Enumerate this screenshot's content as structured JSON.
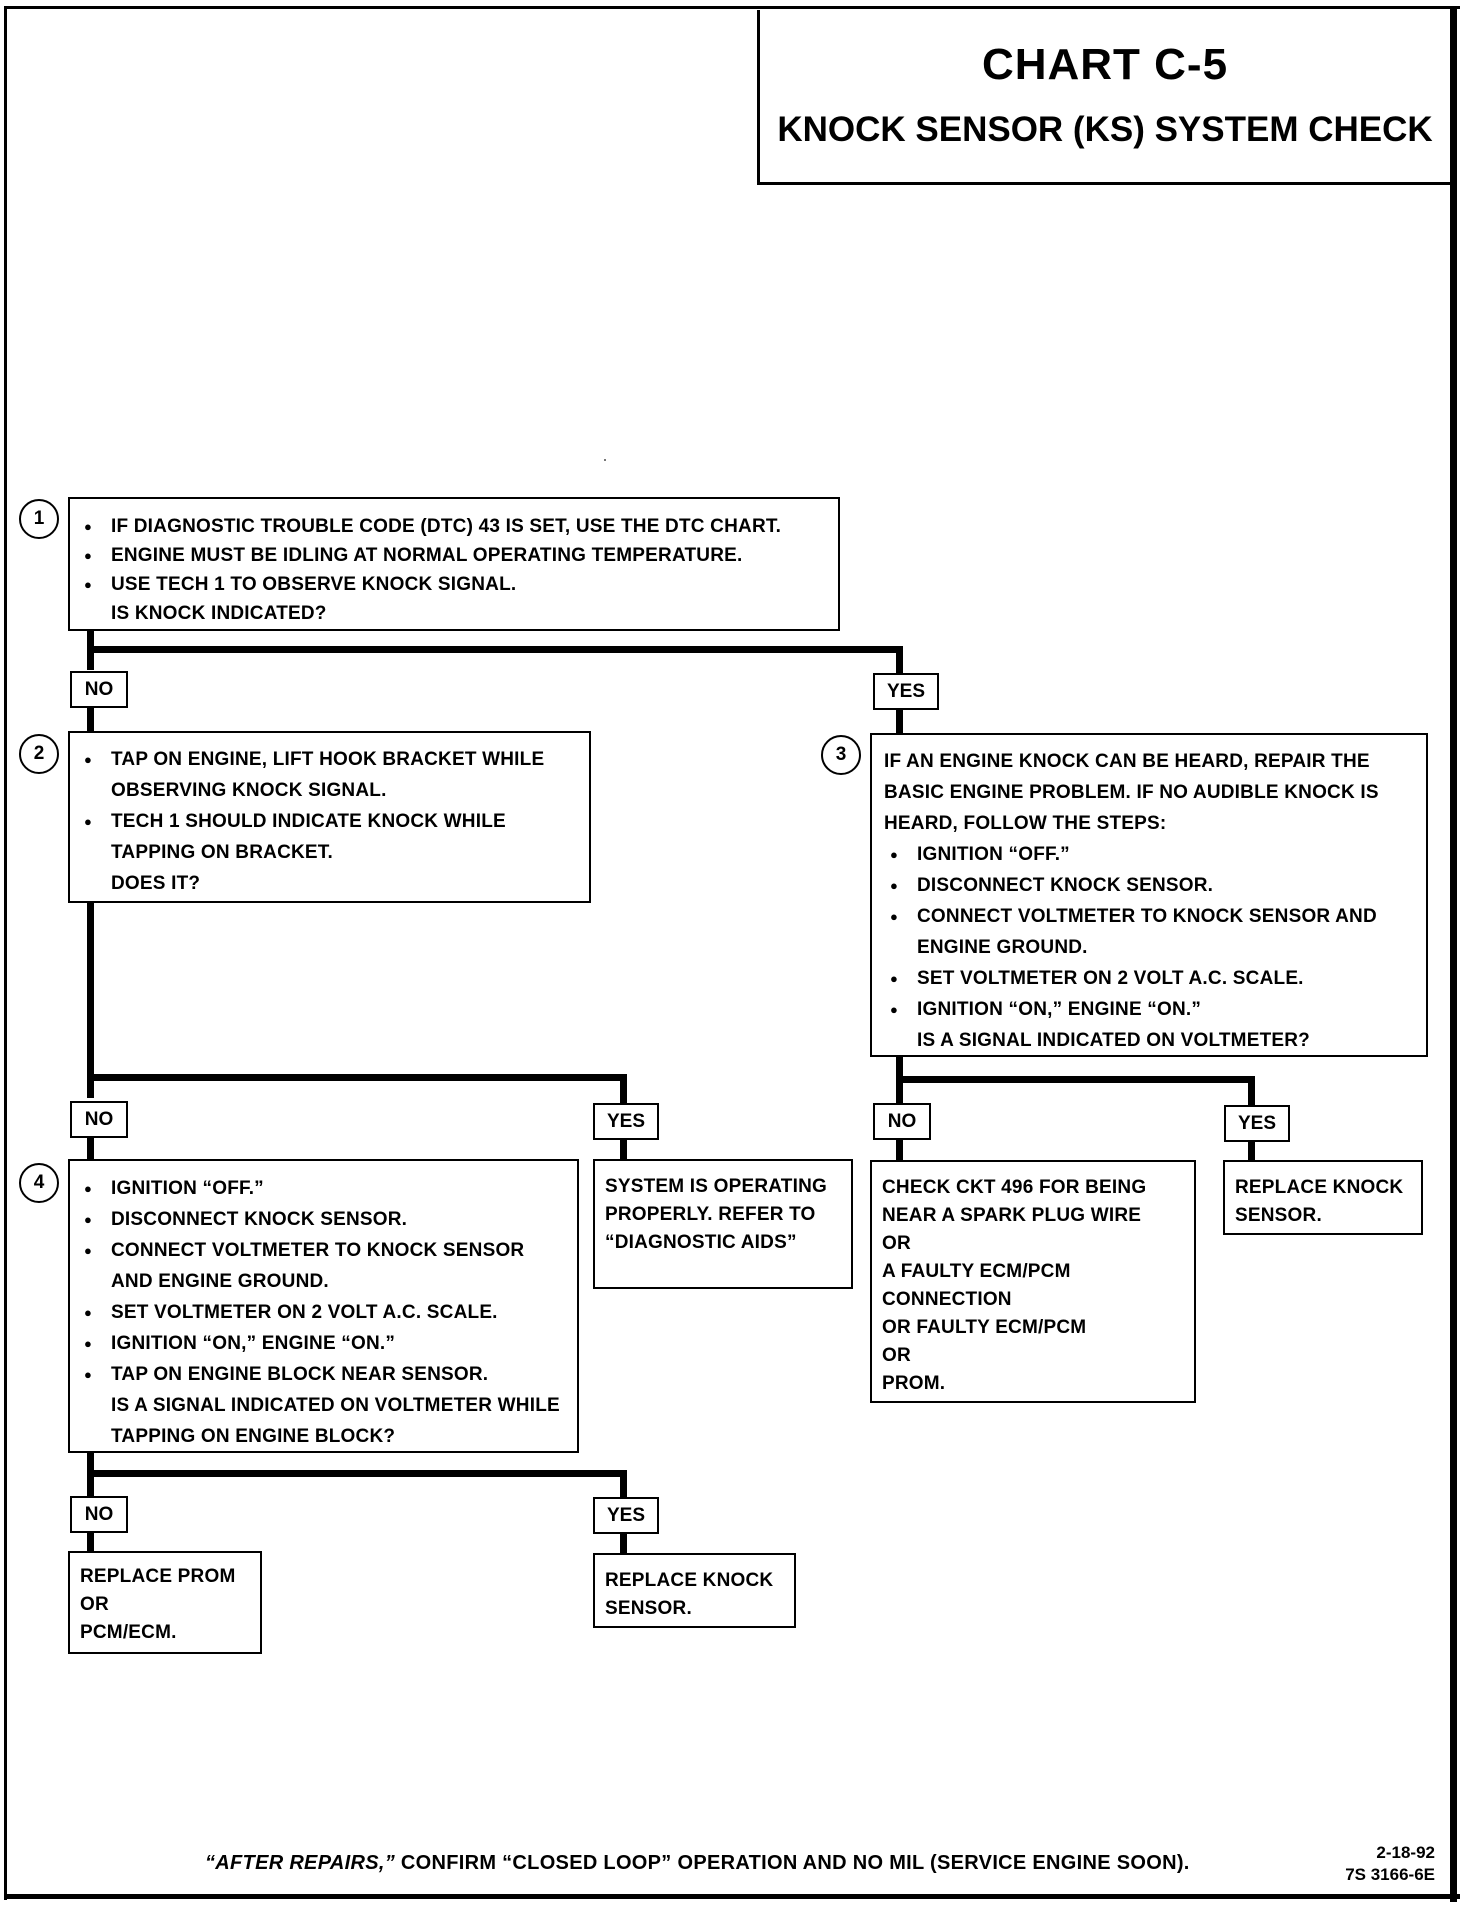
{
  "header": {
    "title": "CHART C-5",
    "subtitle": "KNOCK SENSOR (KS) SYSTEM CHECK"
  },
  "step1": {
    "number": "1",
    "bullets": [
      "IF DIAGNOSTIC TROUBLE CODE (DTC) 43 IS SET, USE THE DTC CHART.",
      "ENGINE MUST BE IDLING AT NORMAL OPERATING TEMPERATURE.",
      "USE TECH 1 TO OBSERVE KNOCK SIGNAL."
    ],
    "question": "IS KNOCK INDICATED?"
  },
  "step2": {
    "number": "2",
    "bullets": [
      "TAP ON ENGINE, LIFT HOOK BRACKET WHILE OBSERVING KNOCK SIGNAL.",
      "TECH 1 SHOULD INDICATE KNOCK WHILE TAPPING ON BRACKET."
    ],
    "question": "DOES IT?"
  },
  "step3": {
    "number": "3",
    "intro": "IF AN ENGINE KNOCK CAN BE HEARD, REPAIR THE BASIC ENGINE PROBLEM.  IF NO AUDIBLE KNOCK IS HEARD, FOLLOW THE STEPS:",
    "bullets": [
      "IGNITION “OFF.”",
      "DISCONNECT KNOCK SENSOR.",
      "CONNECT VOLTMETER TO KNOCK SENSOR AND ENGINE GROUND.",
      "SET VOLTMETER ON 2 VOLT A.C. SCALE.",
      "IGNITION “ON,” ENGINE “ON.”"
    ],
    "question": "IS A SIGNAL INDICATED ON VOLTMETER?"
  },
  "step4": {
    "number": "4",
    "bullets": [
      "IGNITION “OFF.”",
      "DISCONNECT KNOCK SENSOR.",
      "CONNECT VOLTMETER TO KNOCK SENSOR AND ENGINE GROUND.",
      "SET VOLTMETER ON 2 VOLT A.C. SCALE.",
      "IGNITION “ON,” ENGINE “ON.”",
      "TAP ON ENGINE BLOCK NEAR SENSOR."
    ],
    "question": "IS A SIGNAL INDICATED ON VOLTMETER WHILE TAPPING ON ENGINE BLOCK?"
  },
  "labels": {
    "no": "NO",
    "yes": "YES"
  },
  "results": {
    "system_ok": "SYSTEM IS OPERATING PROPERLY.  REFER TO “DIAGNOSTIC AIDS”",
    "check_ckt_lines": [
      "CHECK CKT 496 FOR BEING",
      "NEAR A SPARK PLUG WIRE",
      "OR",
      "A FAULTY ECM/PCM",
      "CONNECTION",
      "OR  FAULTY ECM/PCM",
      "OR",
      "PROM."
    ],
    "replace_sensor_3": "REPLACE KNOCK SENSOR.",
    "replace_prom_lines": [
      "REPLACE PROM",
      "OR",
      "PCM/ECM."
    ],
    "replace_sensor_4": "REPLACE KNOCK SENSOR."
  },
  "footer": {
    "italic_part": "“AFTER REPAIRS,”",
    "text": " CONFIRM “CLOSED LOOP” OPERATION AND NO MIL (SERVICE ENGINE SOON).",
    "date": "2-18-92",
    "code": "7S 3166-6E"
  }
}
